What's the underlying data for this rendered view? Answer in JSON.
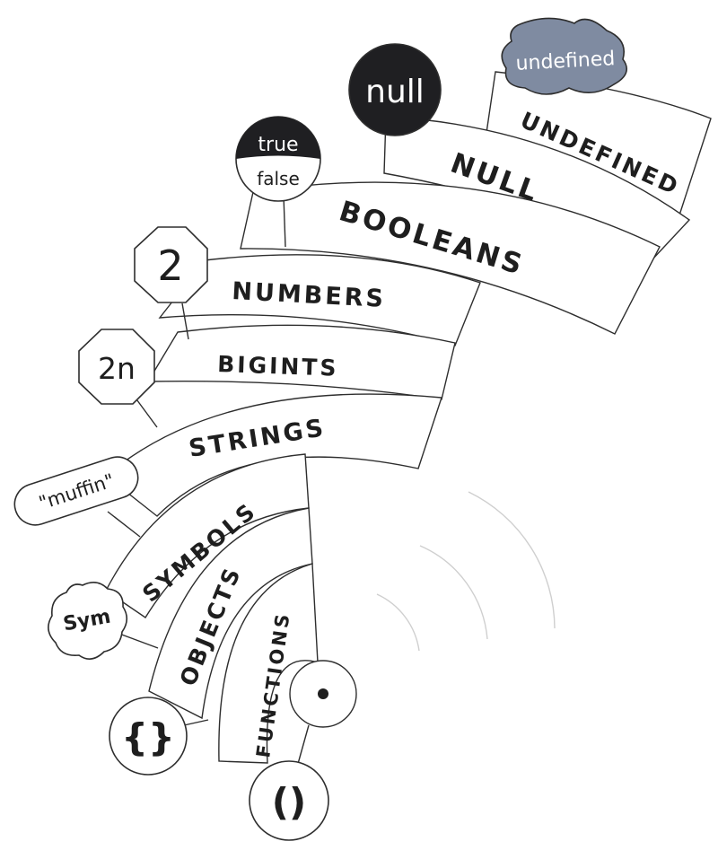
{
  "bands": [
    {
      "id": "undefined",
      "label": "UNDEFINED"
    },
    {
      "id": "null",
      "label": "NULL"
    },
    {
      "id": "booleans",
      "label": "BOOLEANS"
    },
    {
      "id": "numbers",
      "label": "NUMBERS"
    },
    {
      "id": "bigints",
      "label": "BIGINTS"
    },
    {
      "id": "strings",
      "label": "STRINGS"
    },
    {
      "id": "symbols",
      "label": "SYMBOLS"
    },
    {
      "id": "objects",
      "label": "OBJECTS"
    },
    {
      "id": "functions",
      "label": "FUNCTIONS"
    }
  ],
  "tokens": {
    "undefined": "undefined",
    "null": "null",
    "true": "true",
    "false": "false",
    "number": "2",
    "bigint": "2n",
    "string": "\"muffin\"",
    "symbol": "Sym",
    "object": "{}",
    "function": "()"
  },
  "colors": {
    "undefined_chip": "#7f8ba1",
    "null_chip": "#1f1f22",
    "outline": "#2e2e2e",
    "ghost_arc": "#cfcfcf"
  }
}
